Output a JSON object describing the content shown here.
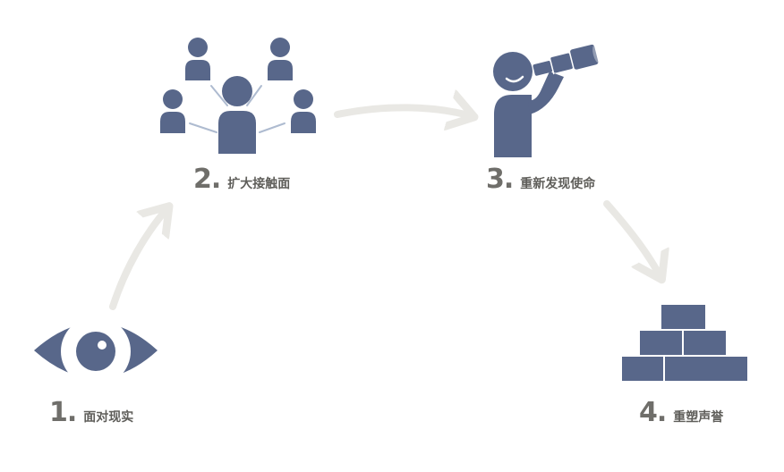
{
  "colors": {
    "icon": "#58678a",
    "arrow": "#e9e8e4",
    "label": "#6f6e6a",
    "background": "#ffffff"
  },
  "steps": [
    {
      "number": "1.",
      "label": "面对现实",
      "icon": "eye-icon"
    },
    {
      "number": "2.",
      "label": "扩大接触面",
      "icon": "people-network-icon"
    },
    {
      "number": "3.",
      "label": "重新发现使命",
      "icon": "telescope-person-icon"
    },
    {
      "number": "4.",
      "label": "重塑声誉",
      "icon": "brick-pyramid-icon"
    }
  ]
}
